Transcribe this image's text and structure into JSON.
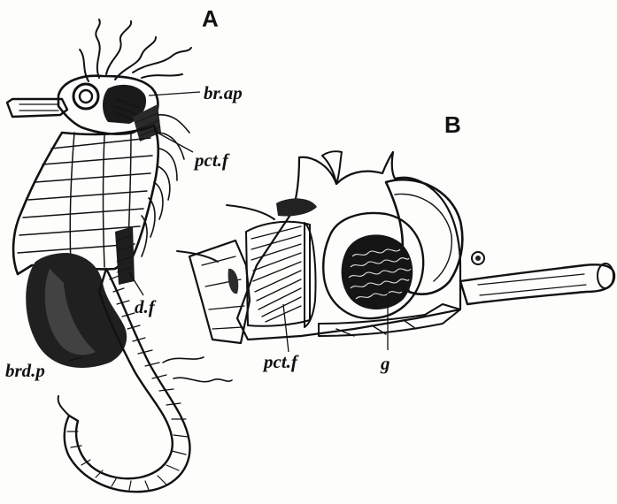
{
  "figure": {
    "panels": [
      {
        "letter": "A",
        "labels": {
          "brap": "br.ap",
          "pctf": "pct.f",
          "df": "d.f",
          "brdp": "brd.p"
        }
      },
      {
        "letter": "B",
        "labels": {
          "pctf": "pct.f",
          "g": "g"
        }
      }
    ],
    "colors": {
      "ink": "#111111",
      "paper": "#fdfdfc"
    }
  }
}
